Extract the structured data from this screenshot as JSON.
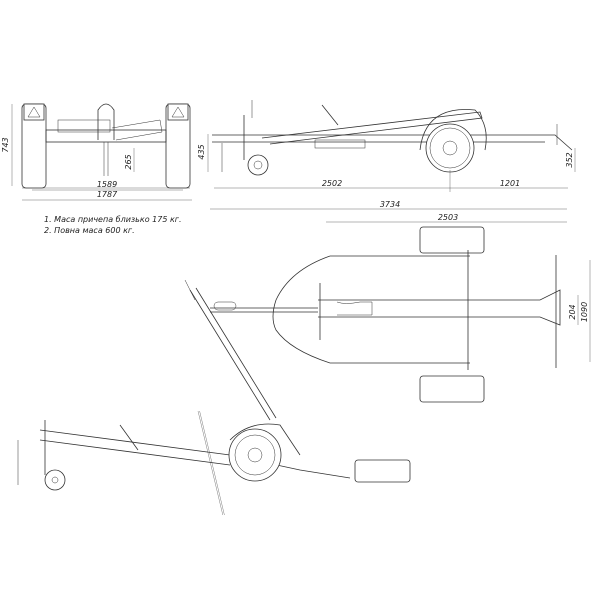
{
  "dimensions": {
    "rear_view": {
      "height": "743",
      "hitch_height": "265",
      "track": "1589",
      "overall_width": "1787"
    },
    "side_view": {
      "tongue_height": "435",
      "tongue_to_axle": "2502",
      "axle_to_rear": "1201",
      "rear_height": "352"
    },
    "top_view": {
      "overall_length": "3734",
      "frame_length": "2503",
      "beam_width": "204",
      "frame_width": "1090"
    }
  },
  "notes": [
    "1.  Маса причепа близько 175 кг.",
    "2.  Повна маса 600 кг."
  ]
}
